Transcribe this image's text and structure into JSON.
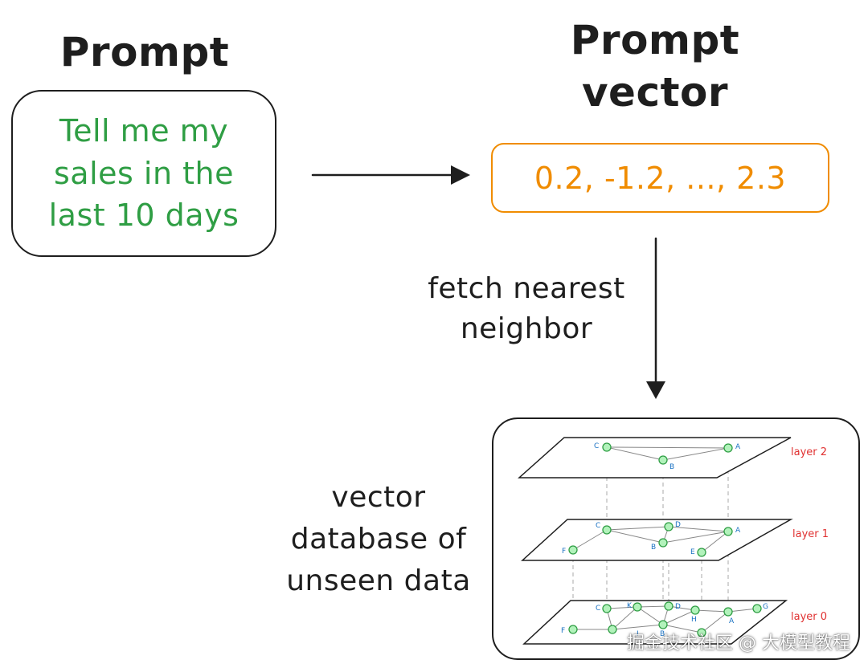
{
  "prompt": {
    "heading": "Prompt",
    "text_lines": [
      "Tell me my",
      "sales in the",
      "last 10 days"
    ]
  },
  "vector": {
    "heading_lines": [
      "Prompt",
      "vector"
    ],
    "value_text": "0.2, -1.2, ..., 2.3"
  },
  "edge_label_lines": [
    "fetch nearest",
    "neighbor"
  ],
  "database": {
    "label_lines": [
      "vector",
      "database of",
      "unseen data"
    ],
    "layers": [
      {
        "label": "layer 2",
        "nodes": [
          "C",
          "A",
          "B"
        ]
      },
      {
        "label": "layer 1",
        "nodes": [
          "C",
          "D",
          "A",
          "F",
          "B",
          "E"
        ]
      },
      {
        "label": "layer 0",
        "nodes": [
          "C",
          "K",
          "D",
          "H",
          "A",
          "G",
          "F",
          "I",
          "B"
        ]
      }
    ]
  },
  "watermark": "掘金技术社区 @ 大模型教程",
  "colors": {
    "prompt_text": "#2f9e44",
    "vector": "#f08c00",
    "layer_label": "#e03131",
    "node_label": "#1971c2",
    "node_fill": "#b2f2bb",
    "node_stroke": "#2f9e44"
  }
}
